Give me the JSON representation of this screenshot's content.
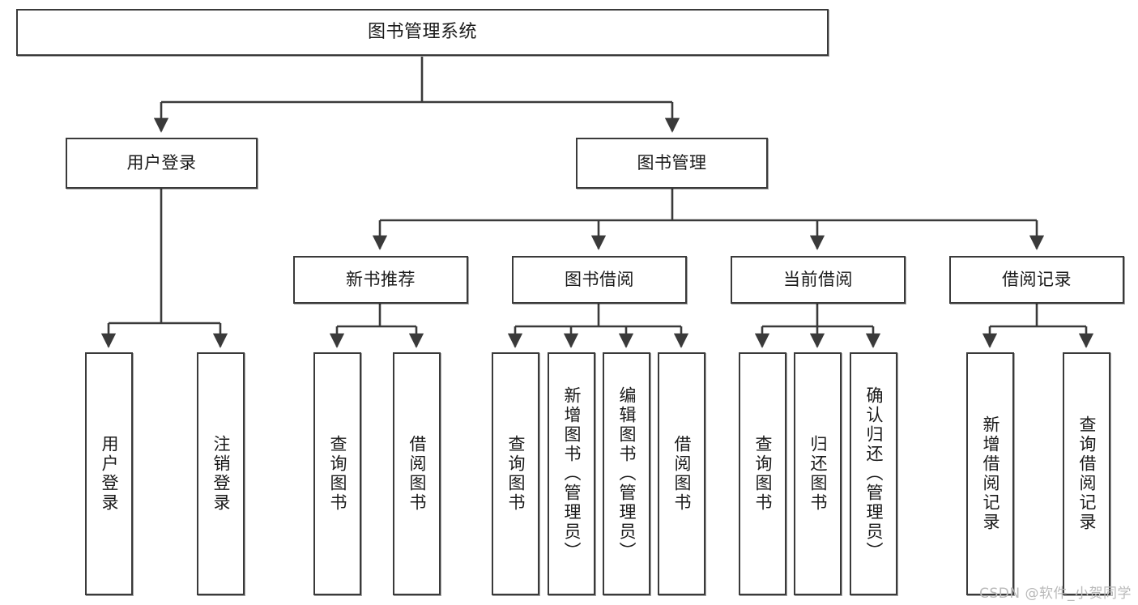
{
  "diagram": {
    "title": "图书管理系统",
    "type": "tree",
    "watermark": "CSDN @软件_小贺同学",
    "colors": {
      "stroke": "#3a3a3a",
      "fill": "#ffffff",
      "text": "#1a1a1a",
      "watermark": "#b9b9b9"
    },
    "root": {
      "label": "图书管理系统"
    },
    "level2": [
      {
        "label": "用户登录"
      },
      {
        "label": "图书管理"
      }
    ],
    "level3": [
      {
        "label": "新书推荐"
      },
      {
        "label": "图书借阅"
      },
      {
        "label": "当前借阅"
      },
      {
        "label": "借阅记录"
      }
    ],
    "leaves": {
      "user_login": [
        {
          "label": "用户登录"
        },
        {
          "label": "注销登录"
        }
      ],
      "new_books": [
        {
          "label": "查询图书"
        },
        {
          "label": "借阅图书"
        }
      ],
      "book_borrow": [
        {
          "label": "查询图书"
        },
        {
          "label": "新增图书（管理员）"
        },
        {
          "label": "编辑图书（管理员）"
        },
        {
          "label": "借阅图书"
        }
      ],
      "current_borrow": [
        {
          "label": "查询图书"
        },
        {
          "label": "归还图书"
        },
        {
          "label": "确认归还（管理员）"
        }
      ],
      "borrow_records": [
        {
          "label": "新增借阅记录"
        },
        {
          "label": "查询借阅记录"
        }
      ]
    }
  }
}
